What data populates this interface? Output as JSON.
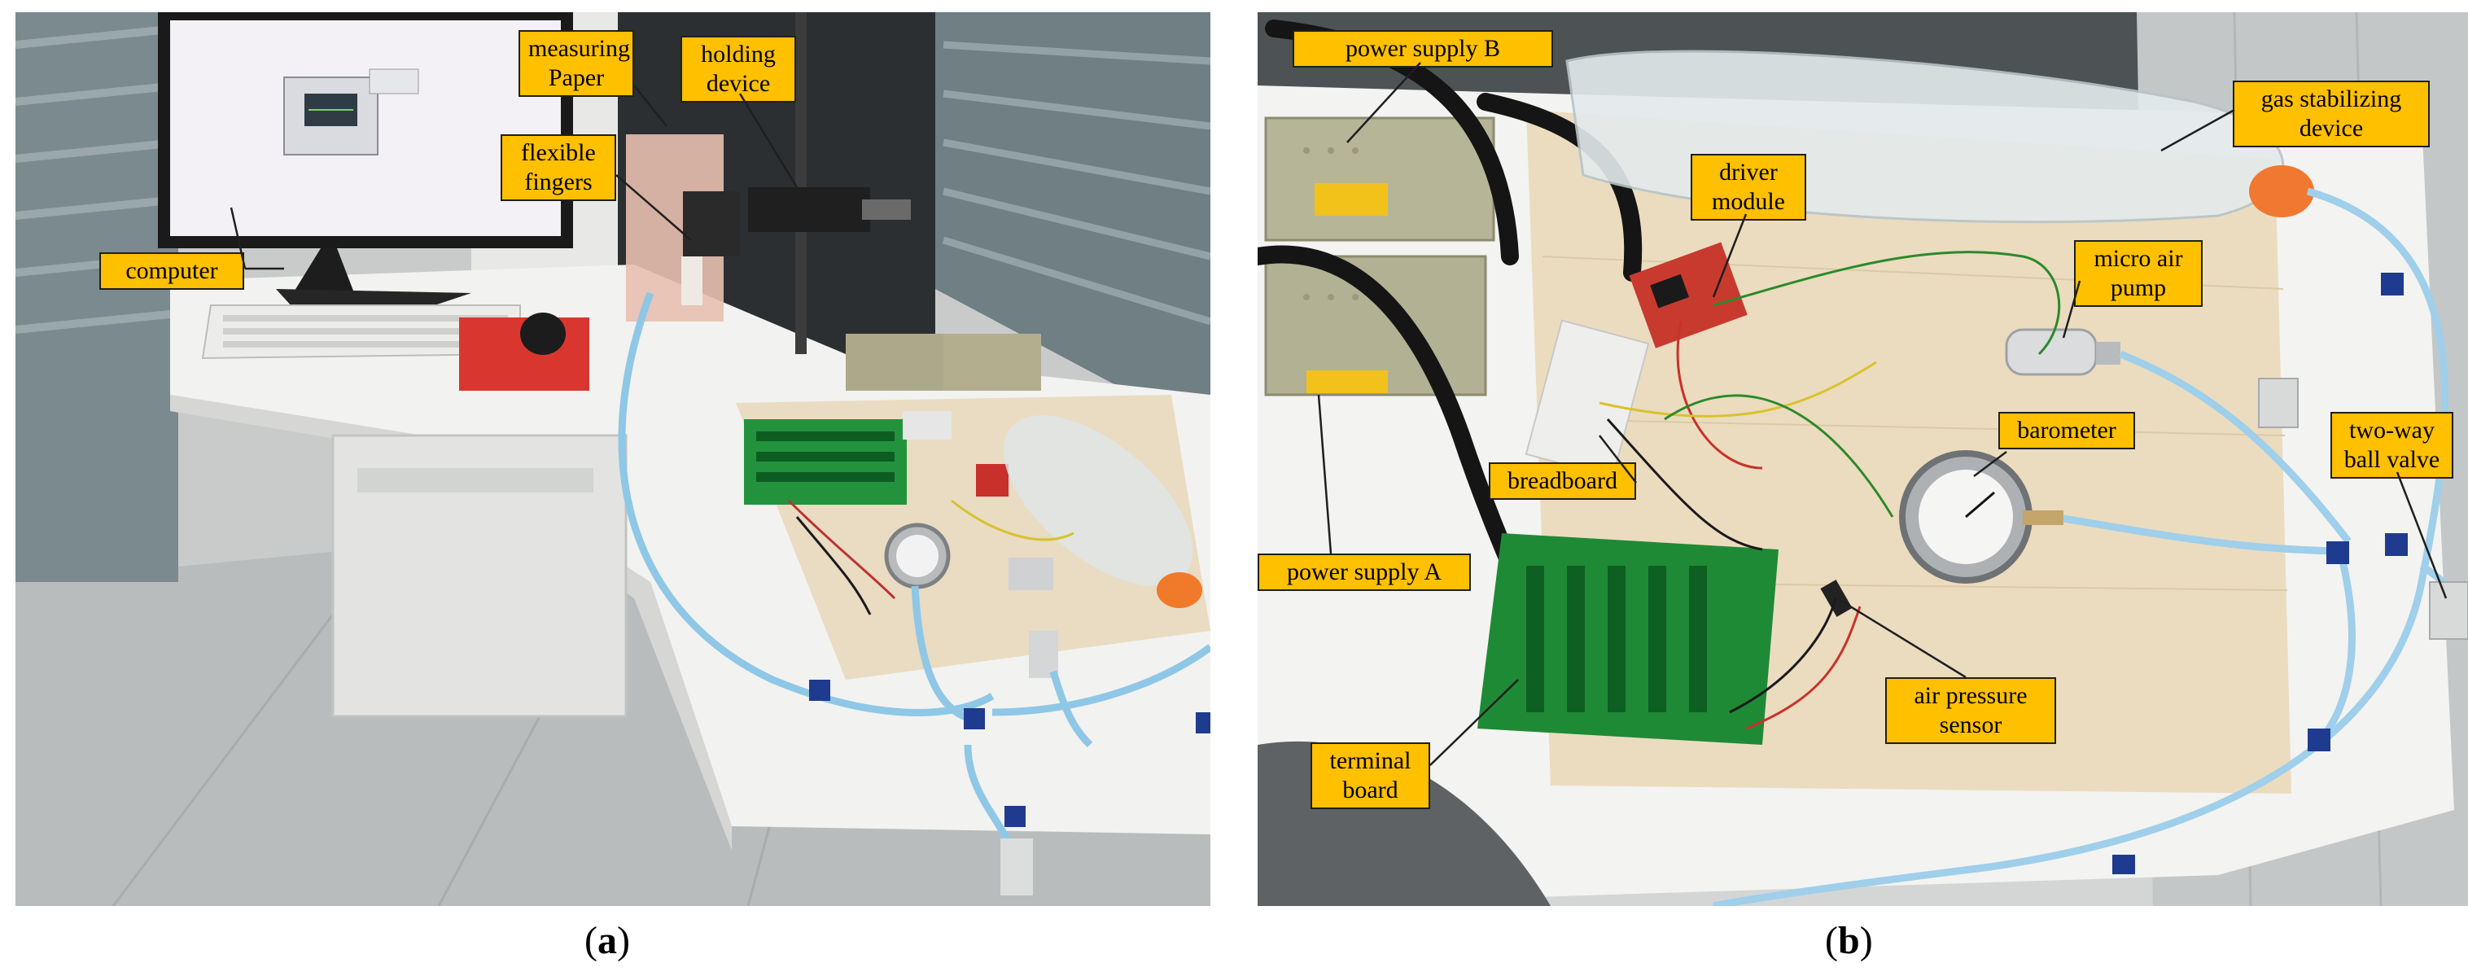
{
  "panels": {
    "a": {
      "caption_letter": "a",
      "labels": {
        "computer": "computer",
        "measuring_paper": "measuring\nPaper",
        "flexible_fingers": "flexible\nfingers",
        "holding_device": "holding\ndevice"
      }
    },
    "b": {
      "caption_letter": "b",
      "labels": {
        "power_supply_b": "power supply B",
        "gas_stabilizing_device": "gas stabilizing\ndevice",
        "driver_module": "driver\nmodule",
        "micro_air_pump": "micro air\npump",
        "barometer": "barometer",
        "two_way_ball_valve": "two-way\nball valve",
        "breadboard": "breadboard",
        "power_supply_a": "power supply A",
        "air_pressure_sensor": "air pressure\nsensor",
        "terminal_board": "terminal\nboard"
      }
    }
  },
  "colors": {
    "callout_fill": "#ffc000",
    "callout_border": "#1f1f1f"
  }
}
